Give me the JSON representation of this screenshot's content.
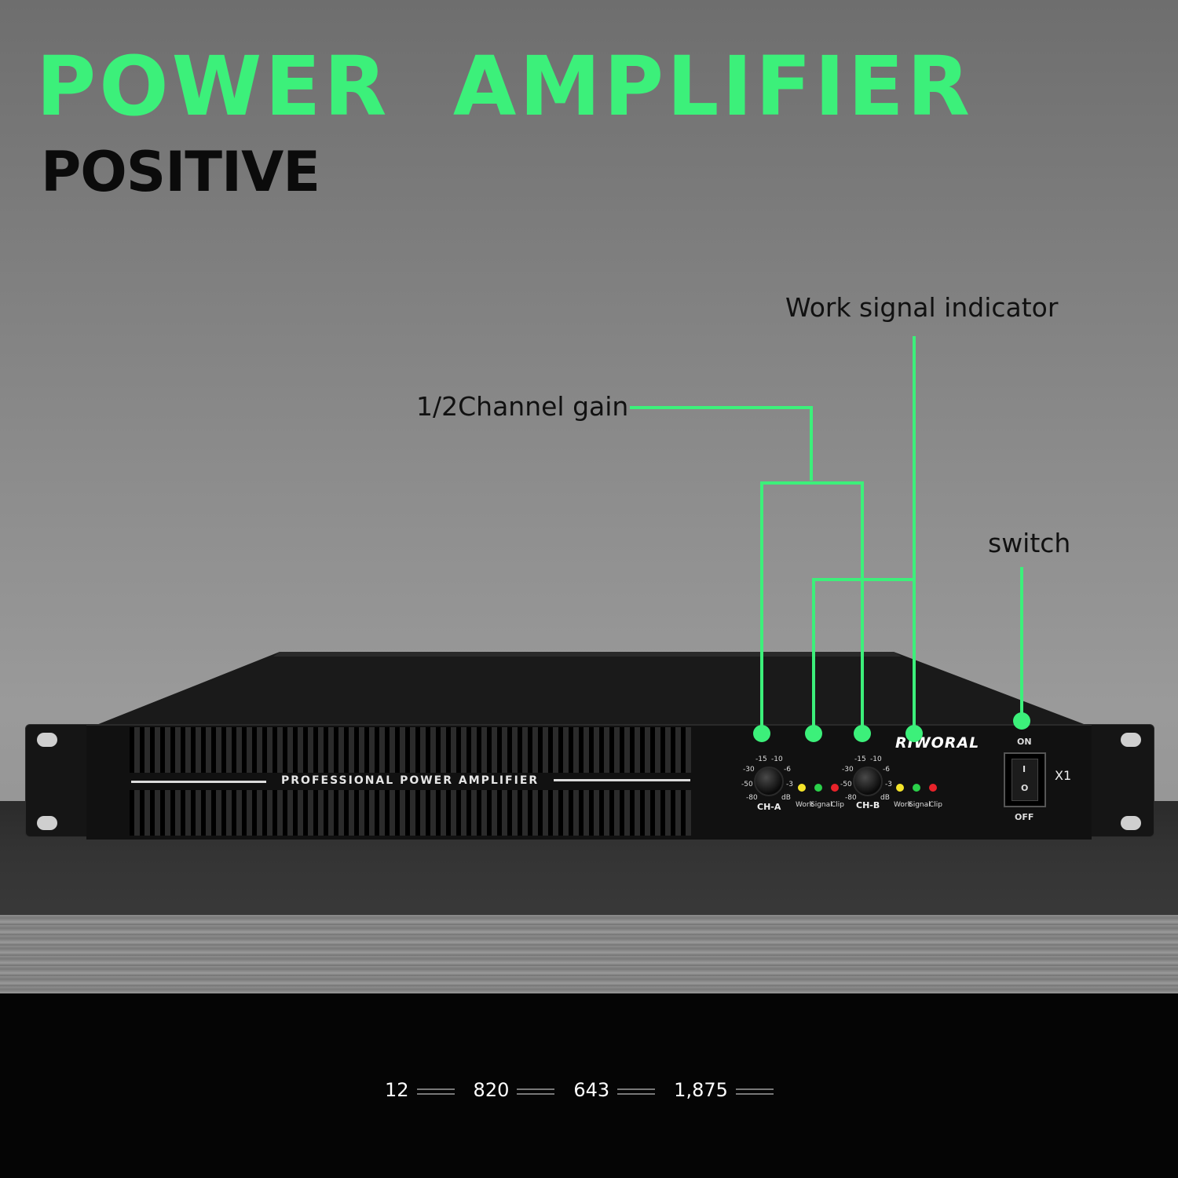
{
  "header": {
    "title": "POWER  AMPLIFIER",
    "subtitle": "POSITIVE"
  },
  "callouts": {
    "work_signal": "Work signal indicator",
    "channel_gain": "1/2Channel gain",
    "switch": "switch"
  },
  "accent_color": "#3cf07a",
  "amp": {
    "brand": "RIWORAL",
    "panel_label": "PROFESSIONAL POWER AMPLIFIER",
    "model": "X1",
    "switch_on": "ON",
    "switch_off": "OFF",
    "rocker_on_symbol": "I",
    "rocker_off_symbol": "O",
    "channels": [
      {
        "label": "CH-A",
        "scale": [
          "-15",
          "-10",
          "-30",
          "-6",
          "-50",
          "-3",
          "-80",
          "dB"
        ],
        "leds": [
          "Work",
          "Signal",
          "Clip"
        ]
      },
      {
        "label": "CH-B",
        "scale": [
          "-15",
          "-10",
          "-30",
          "-6",
          "-50",
          "-3",
          "-80",
          "dB"
        ],
        "leds": [
          "Work",
          "Signal",
          "Clip"
        ]
      }
    ],
    "led_colors": {
      "work": "#f5e52a",
      "signal": "#2bd14a",
      "clip": "#e8232a"
    }
  },
  "stats": [
    {
      "value": "12",
      "icon": "caption-glyph"
    },
    {
      "value": "820",
      "icon": "caption-glyph"
    },
    {
      "value": "643",
      "icon": "caption-glyph"
    },
    {
      "value": "1,875",
      "icon": "caption-glyph"
    }
  ]
}
